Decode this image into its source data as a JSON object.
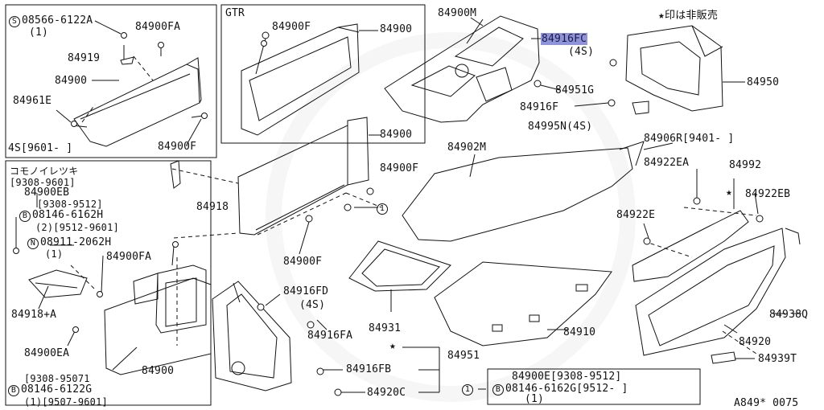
{
  "diagram": {
    "note": "★印は非販売",
    "code": "A849* 0075",
    "box_upper_left": {
      "bolt_code": "08566-6122A",
      "bolt_qty": "(1)",
      "parts": [
        "84900FA",
        "84919",
        "84900",
        "84961E",
        "84900F"
      ],
      "date_note": "4S[9601-   ]"
    },
    "box_gtr": {
      "title": "GTR",
      "parts": [
        "84900F",
        "84900"
      ]
    },
    "box_lower_left": {
      "title": "コモノイレツキ",
      "date_1": "[9308-9601]",
      "p_eb": "84900EB",
      "date_2": "[9308-9512]",
      "bolt_1_code": "08146-6162H",
      "bolt_1_note": "(2)[9512-9601]",
      "nut_code": "08911-2062H",
      "nut_qty": "(1)",
      "p_fa": "84900FA",
      "p_a": "84918+A",
      "p_ea": "84900EA",
      "date_3": "[9308-95071",
      "bolt_2_code": "08146-6122G",
      "bolt_2_note": "(1)[9507-9601]",
      "p_main": "84900"
    },
    "center": {
      "p_84900M": "84900M",
      "p_84916FC": "84916FC",
      "p_84916FC_qty": "(4S)",
      "p_84951G": "84951G",
      "p_84916F": "84916F",
      "p_84995N": "84995N(4S)",
      "p_84900": "84900",
      "p_84902M": "84902M",
      "p_84900F_a": "84900F",
      "p_84918": "84918",
      "p_84900F_b": "84900F",
      "p_84916FD": "84916FD",
      "p_84916FD_qty": "(4S)",
      "p_84916FA": "84916FA",
      "p_84931": "84931",
      "p_84910": "84910",
      "p_84951": "84951",
      "p_84916FB": "84916FB",
      "p_84920C": "84920C"
    },
    "right": {
      "p_84950": "84950",
      "p_84906R": "84906R[9401-     ]",
      "p_84922EA": "84922EA",
      "p_84992": "84992",
      "p_84922EB": "84922EB",
      "p_84922E": "84922E",
      "p_84938Q": "84938Q",
      "p_84920": "84920",
      "p_84939T": "84939T"
    },
    "ref_box": {
      "line_1": "84900E[9308-9512]",
      "line_2": "08146-6162G[9512-    ]",
      "line_3": "(1)"
    },
    "markers": {
      "ref_1": "1",
      "bolt_b": "B",
      "bolt_s": "S",
      "nut_n": "N",
      "star": "★"
    }
  }
}
